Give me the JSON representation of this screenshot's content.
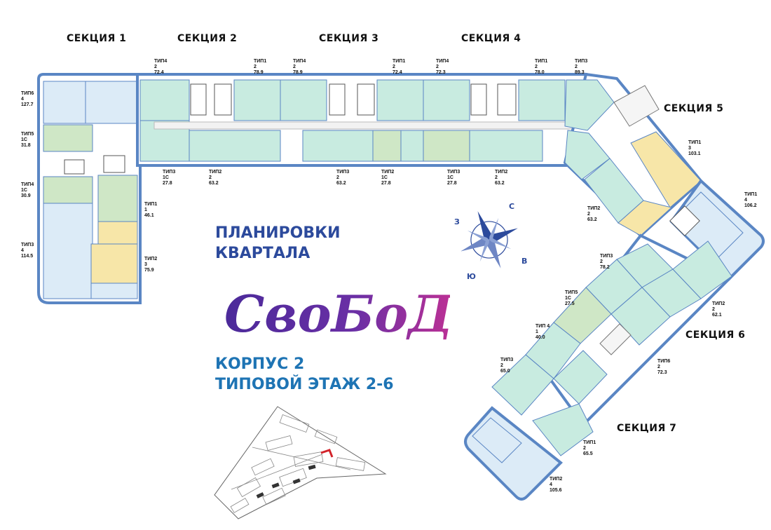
{
  "title": {
    "line1": "ПЛАНИРОВКИ",
    "line2": "КВАРТАЛА",
    "logo_text": "СвоБоДа",
    "building": "КОРПУС 2",
    "floor": "ТИПОВОЙ ЭТАЖ 2-6"
  },
  "sections": [
    "СЕКЦИЯ 1",
    "СЕКЦИЯ 2",
    "СЕКЦИЯ 3",
    "СЕКЦИЯ 4",
    "СЕКЦИЯ 5",
    "СЕКЦИЯ 6",
    "СЕКЦИЯ 7"
  ],
  "compass": {
    "north": "С",
    "east": "В",
    "south": "Ю",
    "west": "З"
  },
  "apartments": [
    {
      "type": "ТИП4",
      "rooms": "2",
      "area": "72.4"
    },
    {
      "type": "ТИП1",
      "rooms": "2",
      "area": "78.9"
    },
    {
      "type": "ТИП4",
      "rooms": "2",
      "area": "78.9"
    },
    {
      "type": "ТИП1",
      "rooms": "2",
      "area": "72.4"
    },
    {
      "type": "ТИП4",
      "rooms": "2",
      "area": "72.3"
    },
    {
      "type": "ТИП1",
      "rooms": "2",
      "area": "78.0"
    },
    {
      "type": "ТИП3",
      "rooms": "2",
      "area": "89.3"
    },
    {
      "type": "ТИП6",
      "rooms": "4",
      "area": "127.7"
    },
    {
      "type": "ТИП5",
      "rooms": "1С",
      "area": "31.8"
    },
    {
      "type": "ТИП4",
      "rooms": "1С",
      "area": "30.9"
    },
    {
      "type": "ТИП3",
      "rooms": "4",
      "area": "114.5"
    },
    {
      "type": "ТИП1",
      "rooms": "1",
      "area": "46.1"
    },
    {
      "type": "ТИП2",
      "rooms": "3",
      "area": "75.9"
    },
    {
      "type": "ТИП3",
      "rooms": "1С",
      "area": "27.8"
    },
    {
      "type": "ТИП2",
      "rooms": "2",
      "area": "63.2"
    },
    {
      "type": "ТИП3",
      "rooms": "2",
      "area": "63.2"
    },
    {
      "type": "ТИП2",
      "rooms": "1С",
      "area": "27.8"
    },
    {
      "type": "ТИП3",
      "rooms": "1С",
      "area": "27.8"
    },
    {
      "type": "ТИП2",
      "rooms": "2",
      "area": "63.2"
    },
    {
      "type": "ТИП1",
      "rooms": "3",
      "area": "103.1"
    },
    {
      "type": "ТИП1",
      "rooms": "4",
      "area": "106.2"
    },
    {
      "type": "ТИП2",
      "rooms": "2",
      "area": "63.2"
    },
    {
      "type": "ТИП3",
      "rooms": "2",
      "area": "78.2"
    },
    {
      "type": "ТИП5",
      "rooms": "1С",
      "area": "27.5"
    },
    {
      "type": "ТИП2",
      "rooms": "2",
      "area": "62.1"
    },
    {
      "type": "ТИП 4",
      "rooms": "1",
      "area": "40.0"
    },
    {
      "type": "ТИП3",
      "rooms": "2",
      "area": "65.0"
    },
    {
      "type": "ТИП6",
      "rooms": "2",
      "area": "72.3"
    },
    {
      "type": "ТИП1",
      "rooms": "2",
      "area": "65.5"
    },
    {
      "type": "ТИП2",
      "rooms": "4",
      "area": "105.6"
    }
  ],
  "colors": {
    "wall": "#5a86c4",
    "two_room": "#c8ebe0",
    "one_room": "#cfe7c6",
    "three_room": "#f7e6a8",
    "four_room": "#dcebf7",
    "title": "#2c4a9c",
    "subtitle": "#1e74b4"
  }
}
